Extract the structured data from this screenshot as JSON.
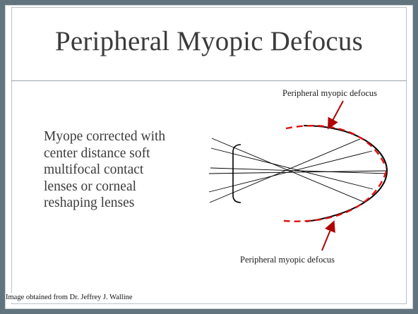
{
  "slide": {
    "title": "Peripheral Myopic Defocus",
    "body_lines": [
      "Myope corrected with",
      "center distance soft",
      "multifocal contact",
      "lenses or corneal",
      "reshaping lenses"
    ],
    "label_top": "Peripheral myopic defocus",
    "label_bottom": "Peripheral myopic defocus",
    "credit": "Image obtained from Dr. Jeffrey J. Walline"
  },
  "colors": {
    "frame": "#62757f",
    "retina": "#000000",
    "defocus_curve": "#e01010",
    "arrow": "#b00000",
    "text": "#3b3b3b"
  }
}
